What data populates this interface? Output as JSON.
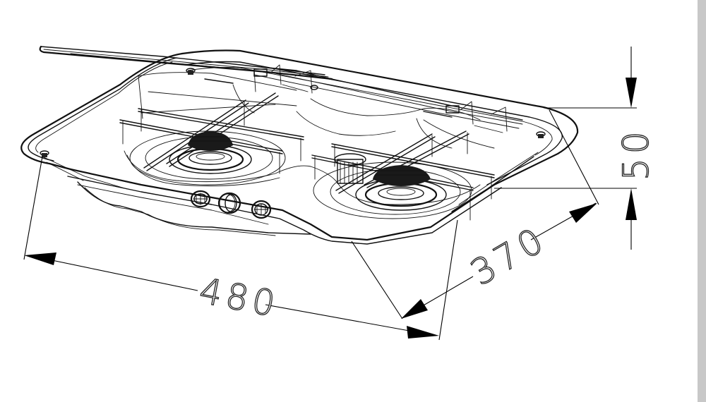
{
  "drawing": {
    "subject": "Two-burner gas hob with glass lid - isometric wireframe",
    "line_color": "#111111",
    "background": "#ffffff",
    "edge_strip_color": "#c8c8c8",
    "components": {
      "burners": 2,
      "control_knobs": 3,
      "pan_supports": 2,
      "fixing_screws": 4
    }
  },
  "dimensions": {
    "width": {
      "label": "480",
      "unit": "mm"
    },
    "depth": {
      "label": "370",
      "unit": "mm"
    },
    "height": {
      "label": "50",
      "unit": "mm"
    }
  }
}
